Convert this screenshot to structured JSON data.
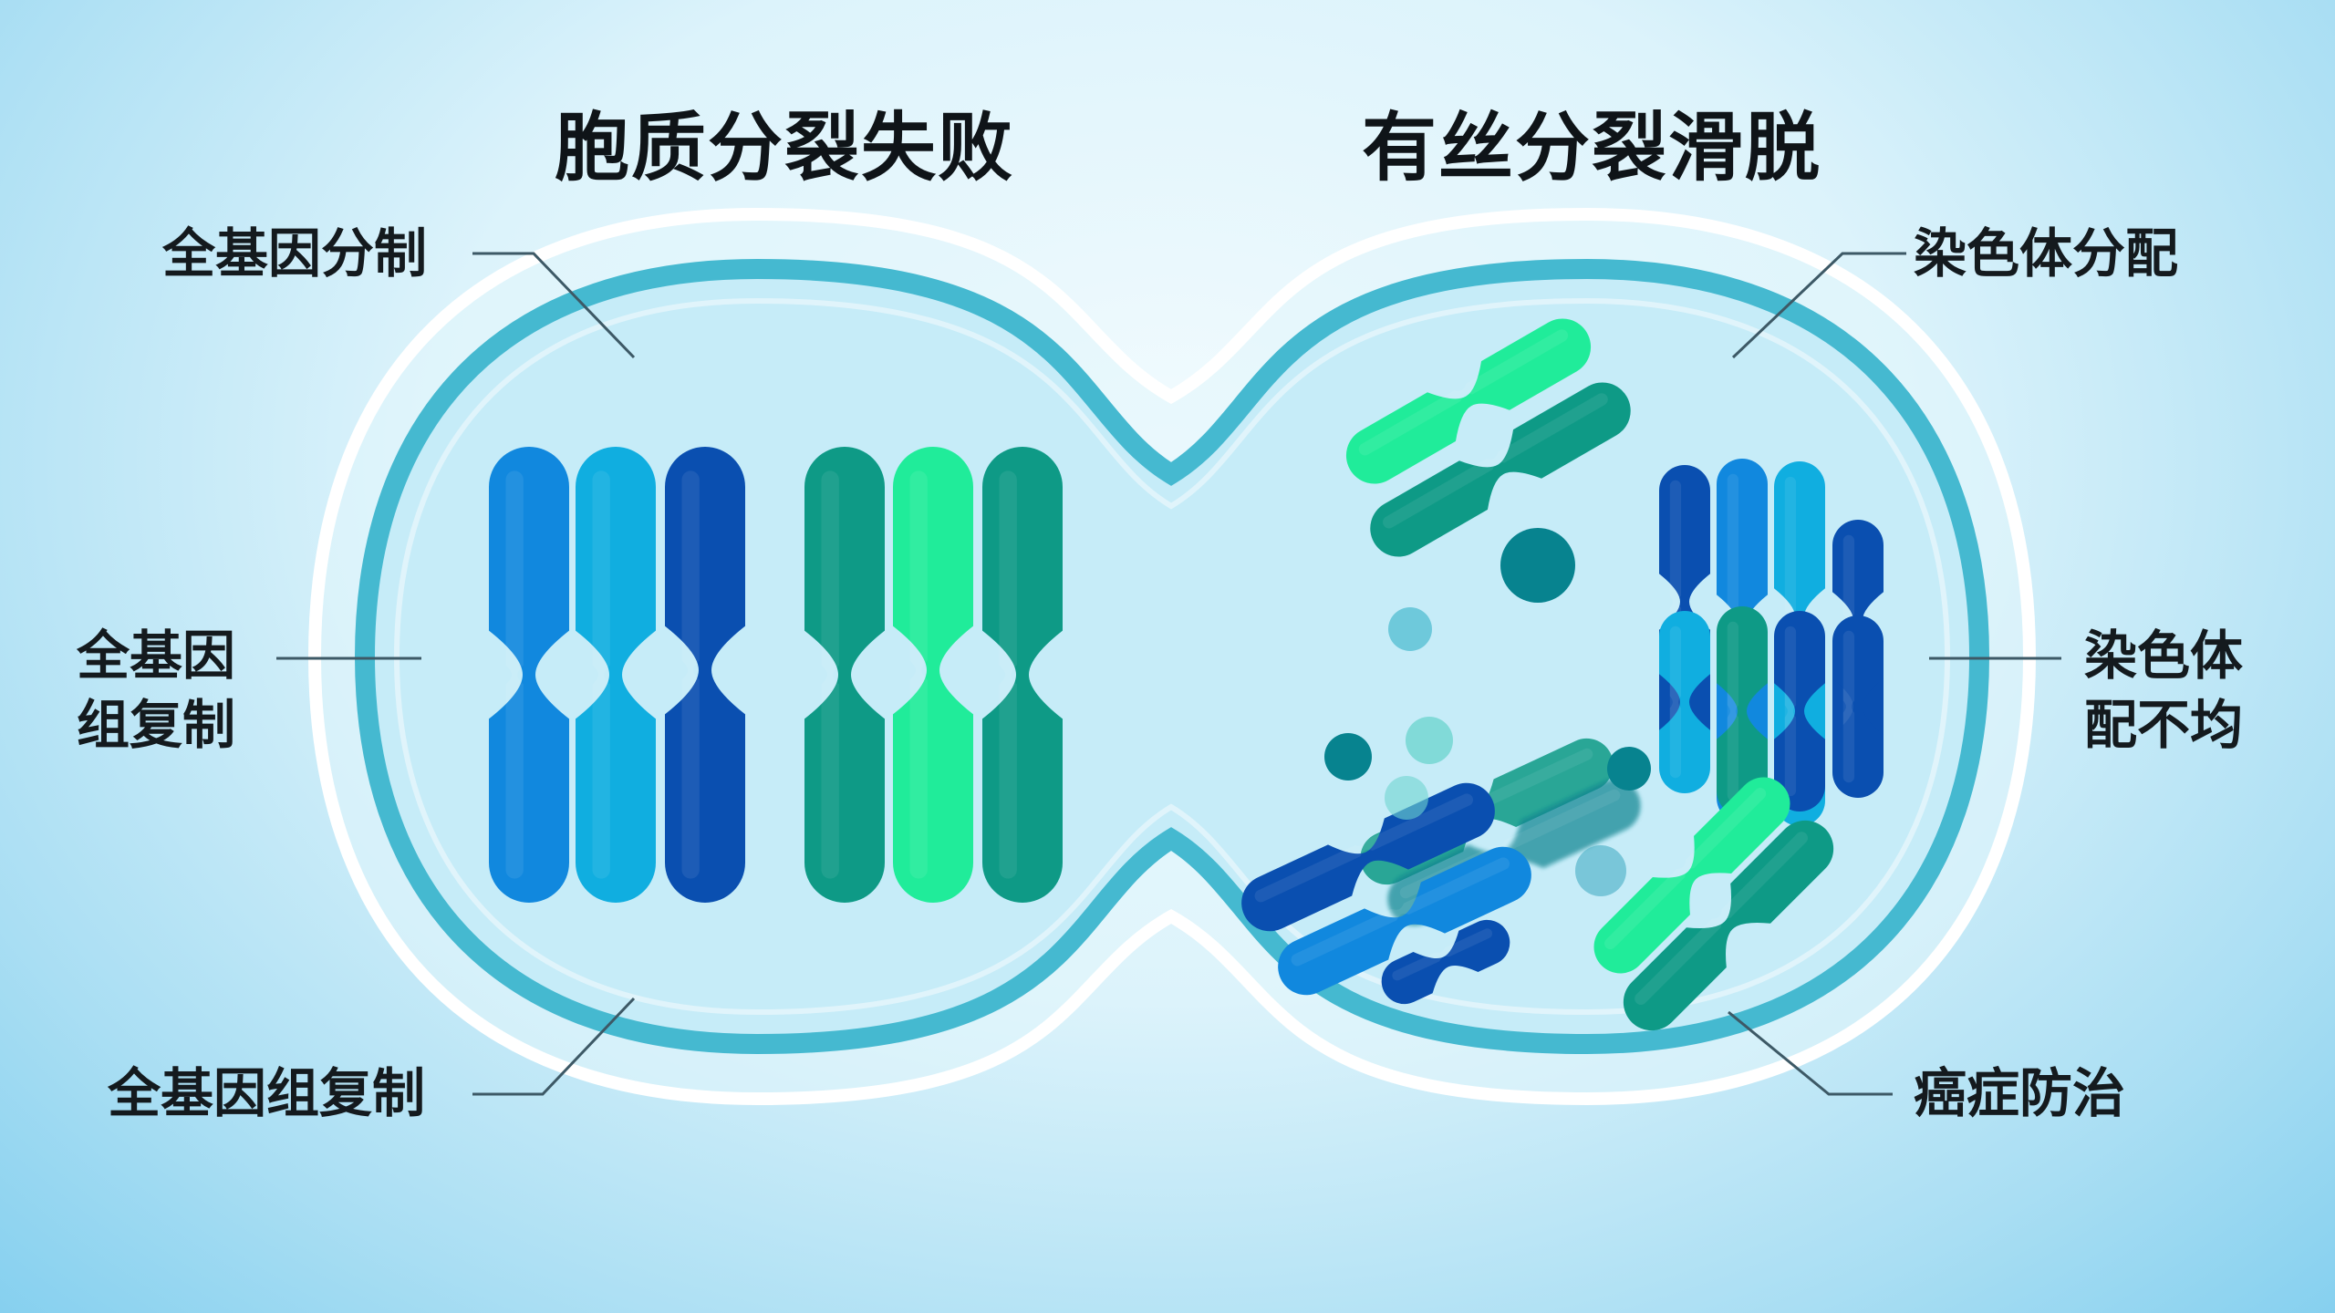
{
  "titles": {
    "left": "胞质分裂失败",
    "right": "有丝分裂滑脱"
  },
  "labels": {
    "left_top": "全基因分制",
    "left_middle_line1": "全基因",
    "left_middle_line2": "组复制",
    "left_bottom": "全基因组复制",
    "right_top": "染色体分配",
    "right_middle_line1": "染色体",
    "right_middle_line2": "配不均",
    "right_bottom": "癌症防治"
  },
  "colors": {
    "membrane": "#45b9d0",
    "cell_fill": "#c6ecf8",
    "navy": "#0a4fb0",
    "blue": "#1188de",
    "cyan": "#10aee0",
    "teal": "#0e9a86",
    "green": "#20ec9a",
    "dark_teal": "#07838f"
  }
}
